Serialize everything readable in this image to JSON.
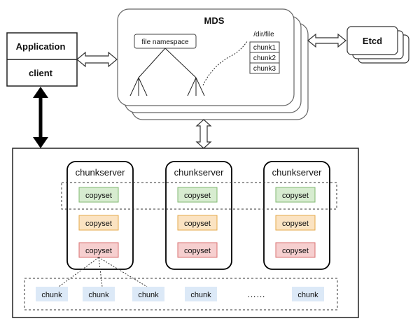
{
  "application": {
    "title": "Application",
    "client": "client"
  },
  "mds": {
    "title": "MDS",
    "namespace_label": "file namespace",
    "file_path": "/dir/file",
    "chunks": [
      "chunk1",
      "chunk2",
      "chunk3"
    ]
  },
  "etcd": {
    "label": "Etcd"
  },
  "chunkservers": [
    {
      "title": "chunkserver",
      "copysets": [
        "copyset",
        "copyset",
        "copyset"
      ]
    },
    {
      "title": "chunkserver",
      "copysets": [
        "copyset",
        "copyset",
        "copyset"
      ]
    },
    {
      "title": "chunkserver",
      "copysets": [
        "copyset",
        "copyset",
        "copyset"
      ]
    }
  ],
  "chunks_row": [
    "chunk",
    "chunk",
    "chunk",
    "chunk",
    "chunk"
  ],
  "ellipsis": "……",
  "colors": {
    "copyset_green": "#d7ecd0",
    "copyset_green_border": "#80b870",
    "copyset_orange": "#fbe3c2",
    "copyset_orange_border": "#e6a84a",
    "copyset_red": "#f6cfcf",
    "copyset_red_border": "#d97070",
    "chunk_fill": "#dce9f7"
  }
}
